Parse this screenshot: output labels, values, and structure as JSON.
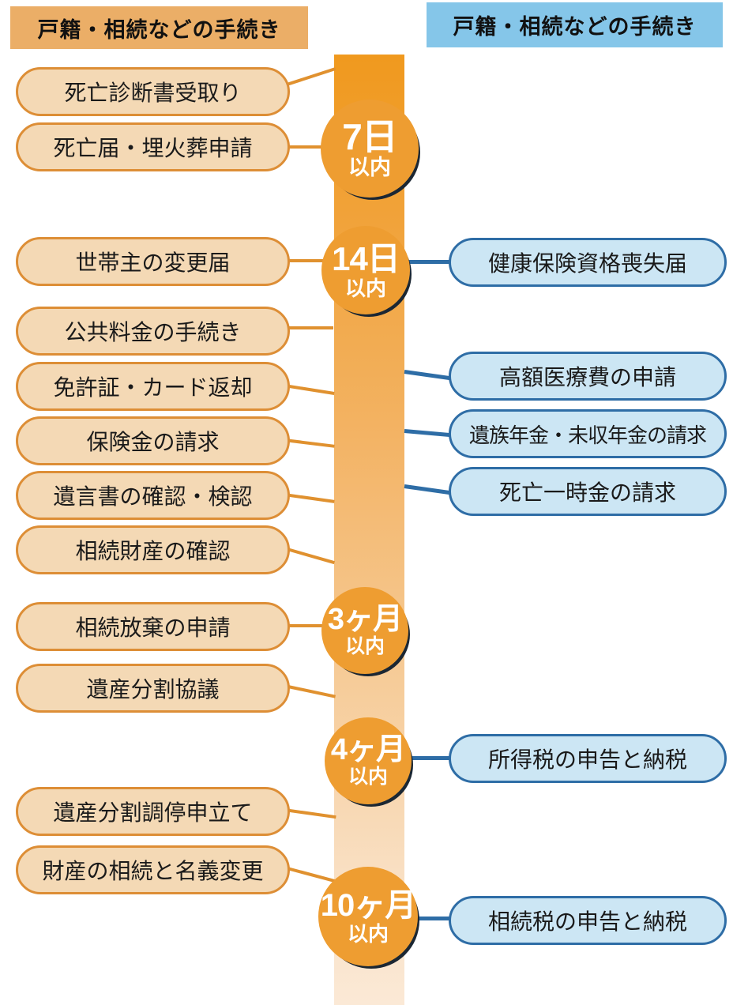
{
  "headers": {
    "left": {
      "label": "戸籍・相続などの手続き",
      "background": "#EBAE67"
    },
    "right": {
      "label": "戸籍・相続などの手続き",
      "background": "#85C6E9"
    }
  },
  "timeline": {
    "bar_colors": {
      "top": "#F0991E",
      "bottom": "#FBE9D6"
    },
    "circle_color": "#EE9D31",
    "circle_outline_color": "#1B2733",
    "deadlines": [
      {
        "period": "7日",
        "suffix": "以内"
      },
      {
        "period": "14日",
        "suffix": "以内"
      },
      {
        "period": "3ヶ月",
        "suffix": "以内"
      },
      {
        "period": "4ヶ月",
        "suffix": "以内"
      },
      {
        "period": "10ヶ月",
        "suffix": "以内"
      }
    ]
  },
  "left_column": {
    "accent_color": "#DD8E36",
    "fill_color": "#F4D9B5",
    "items": [
      {
        "label": "死亡診断書受取り",
        "deadline": "7日以内"
      },
      {
        "label": "死亡届・埋火葬申請",
        "deadline": "7日以内"
      },
      {
        "label": "世帯主の変更届",
        "deadline": "14日以内"
      },
      {
        "label": "公共料金の手続き",
        "deadline": "14日以内"
      },
      {
        "label": "免許証・カード返却",
        "deadline": "14日以内"
      },
      {
        "label": "保険金の請求",
        "deadline": "14日以内"
      },
      {
        "label": "遺言書の確認・検認",
        "deadline": "3ヶ月以内"
      },
      {
        "label": "相続財産の確認",
        "deadline": "3ヶ月以内"
      },
      {
        "label": "相続放棄の申請",
        "deadline": "3ヶ月以内"
      },
      {
        "label": "遺産分割協議",
        "deadline": "4ヶ月以内"
      },
      {
        "label": "遺産分割調停申立て",
        "deadline": "10ヶ月以内"
      },
      {
        "label": "財産の相続と名義変更",
        "deadline": "10ヶ月以内"
      }
    ]
  },
  "right_column": {
    "accent_color": "#2E6DA6",
    "fill_color": "#CCE6F4",
    "items": [
      {
        "label": "健康保険資格喪失届",
        "deadline": "14日以内"
      },
      {
        "label": "高額医療費の申請",
        "deadline": ""
      },
      {
        "label": "遺族年金・未収年金の請求",
        "deadline": ""
      },
      {
        "label": "死亡一時金の請求",
        "deadline": ""
      },
      {
        "label": "所得税の申告と納税",
        "deadline": "4ヶ月以内"
      },
      {
        "label": "相続税の申告と納税",
        "deadline": "10ヶ月以内"
      }
    ]
  }
}
